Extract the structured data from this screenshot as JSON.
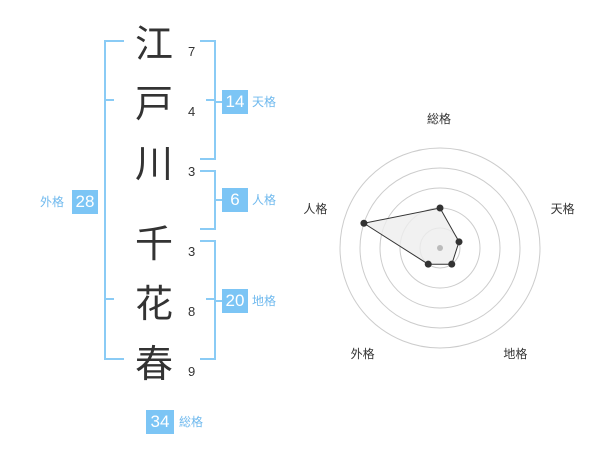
{
  "name": {
    "chars": [
      {
        "char": "江",
        "strokes": "7"
      },
      {
        "char": "戸",
        "strokes": "4"
      },
      {
        "char": "川",
        "strokes": "3"
      },
      {
        "char": "千",
        "strokes": "3"
      },
      {
        "char": "花",
        "strokes": "8"
      },
      {
        "char": "春",
        "strokes": "9"
      }
    ]
  },
  "kaku": {
    "tenkaku": {
      "value": "14",
      "label": "天格"
    },
    "jinkaku": {
      "value": "6",
      "label": "人格"
    },
    "chikaku": {
      "value": "20",
      "label": "地格"
    },
    "gaikaku": {
      "value": "28",
      "label": "外格"
    },
    "soukaku": {
      "value": "34",
      "label": "総格"
    }
  },
  "chart_data": {
    "type": "radar",
    "categories": [
      "総格",
      "天格",
      "地格",
      "外格",
      "人格"
    ],
    "values": [
      2,
      1,
      1,
      1,
      4
    ],
    "rmax": 5,
    "grid": true,
    "colors": {
      "fill": "#eeeeee",
      "stroke": "#333333",
      "point": "#333333",
      "grid": "#cccccc",
      "center": "#bbbbbb"
    }
  },
  "colors": {
    "accent": "#7cc5f5"
  }
}
